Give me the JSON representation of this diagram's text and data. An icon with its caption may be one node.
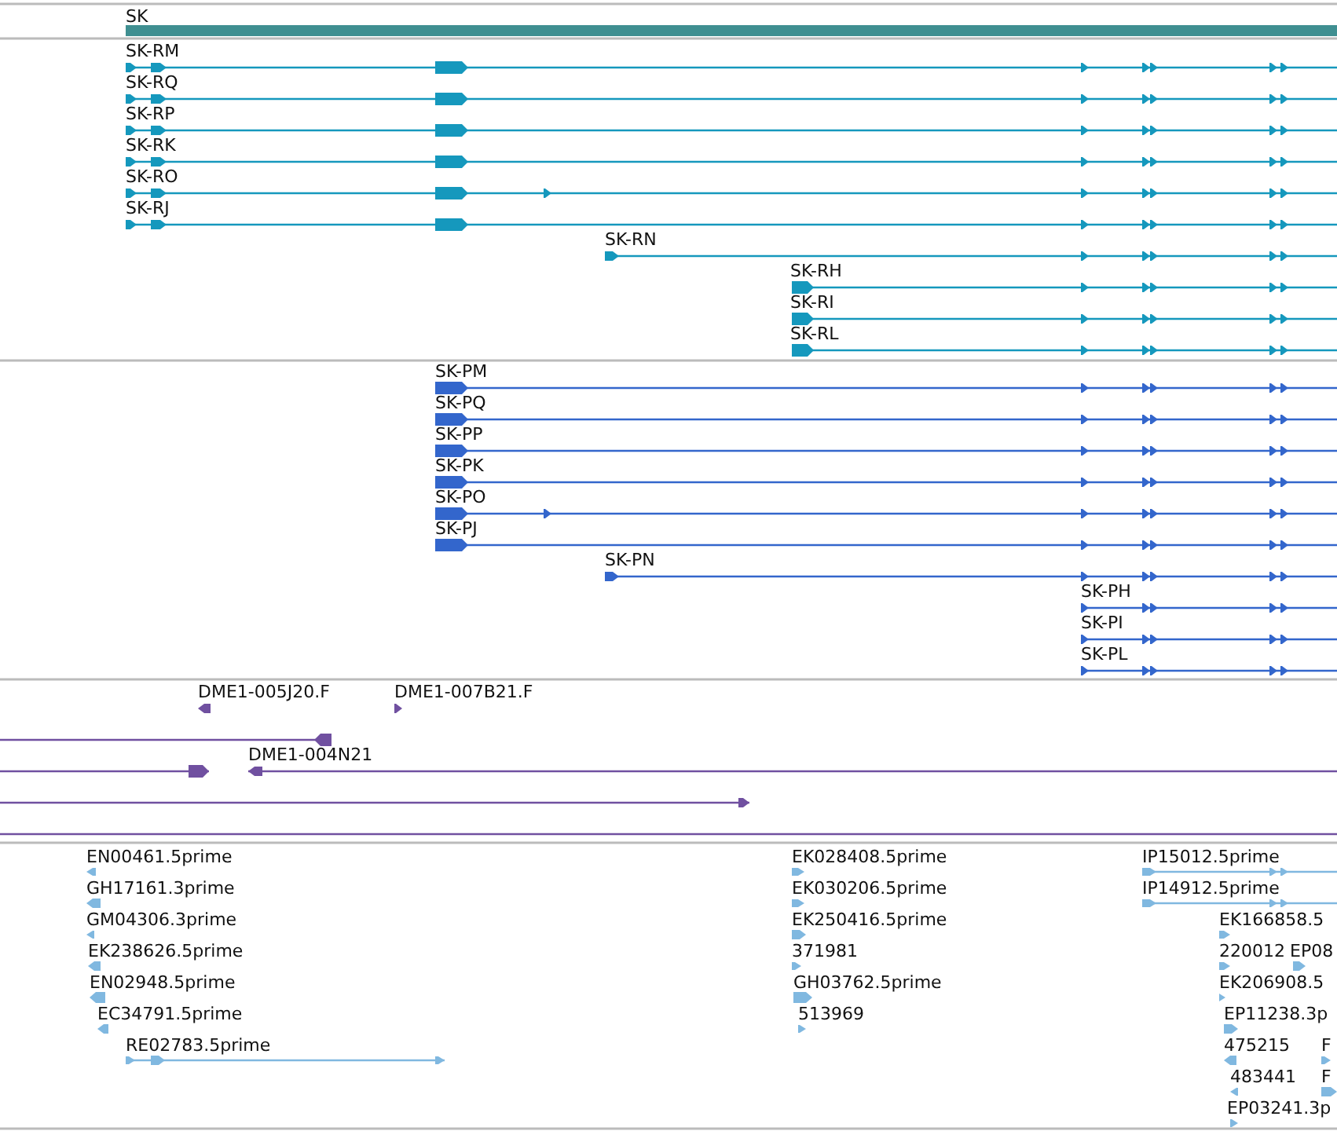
{
  "diagram": {
    "labels": [
      "SK",
      "SK-RM",
      "SK-RQ",
      "SK-RP",
      "SK-RK",
      "SK-RO",
      "SK-RJ",
      "SK-RN",
      "SK-RH",
      "SK-RI",
      "SK-RL",
      "SK-PM",
      "SK-PQ",
      "SK-PP",
      "SK-PK",
      "SK-PO",
      "SK-PJ",
      "SK-PN",
      "SK-PH",
      "SK-PI",
      "SK-PL",
      "DME1-005J20.F",
      "DME1-007B21.F",
      "DME1-004N21",
      "EN00461.5prime",
      "EK028408.5prime",
      "IP15012.5prime",
      "GH17161.3prime",
      "EK030206.5prime",
      "IP14912.5prime",
      "GM04306.3prime",
      "EK250416.5prime",
      "EK166858.5",
      "EK238626.5prime",
      "371981",
      "220012",
      "EP08",
      "EN02948.5prime",
      "GH03762.5prime",
      "EK206908.5",
      "EC34791.5prime",
      "513969",
      "EP11238.3p",
      "RE02783.5prime",
      "475215",
      "F",
      "483441",
      "F",
      "EP03241.3p"
    ]
  }
}
